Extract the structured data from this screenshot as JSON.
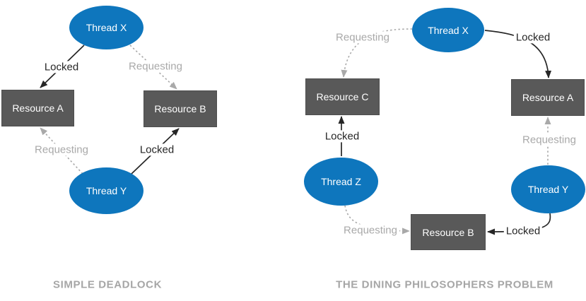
{
  "left_diagram": {
    "caption": "SIMPLE DEADLOCK",
    "nodes": {
      "thread_x": "Thread X",
      "thread_y": "Thread Y",
      "resource_a": "Resource A",
      "resource_b": "Resource B"
    },
    "edges": {
      "x_to_a": "Locked",
      "x_to_b": "Requesting",
      "y_to_a": "Requesting",
      "y_to_b": "Locked"
    }
  },
  "right_diagram": {
    "caption": "THE DINING PHILOSOPHERS PROBLEM",
    "nodes": {
      "thread_x": "Thread X",
      "thread_y": "Thread Y",
      "thread_z": "Thread Z",
      "resource_a": "Resource A",
      "resource_b": "Resource B",
      "resource_c": "Resource C"
    },
    "edges": {
      "x_to_c": "Requesting",
      "x_to_a": "Locked",
      "z_to_c": "Locked",
      "z_to_b": "Requesting",
      "y_to_a": "Requesting",
      "y_to_b": "Locked"
    }
  },
  "colors": {
    "thread_fill": "#0e76bd",
    "resource_fill": "#595959",
    "solid_edge": "#262626",
    "dashed_edge": "#a9a9a9",
    "caption_text": "#a6a6a6"
  }
}
